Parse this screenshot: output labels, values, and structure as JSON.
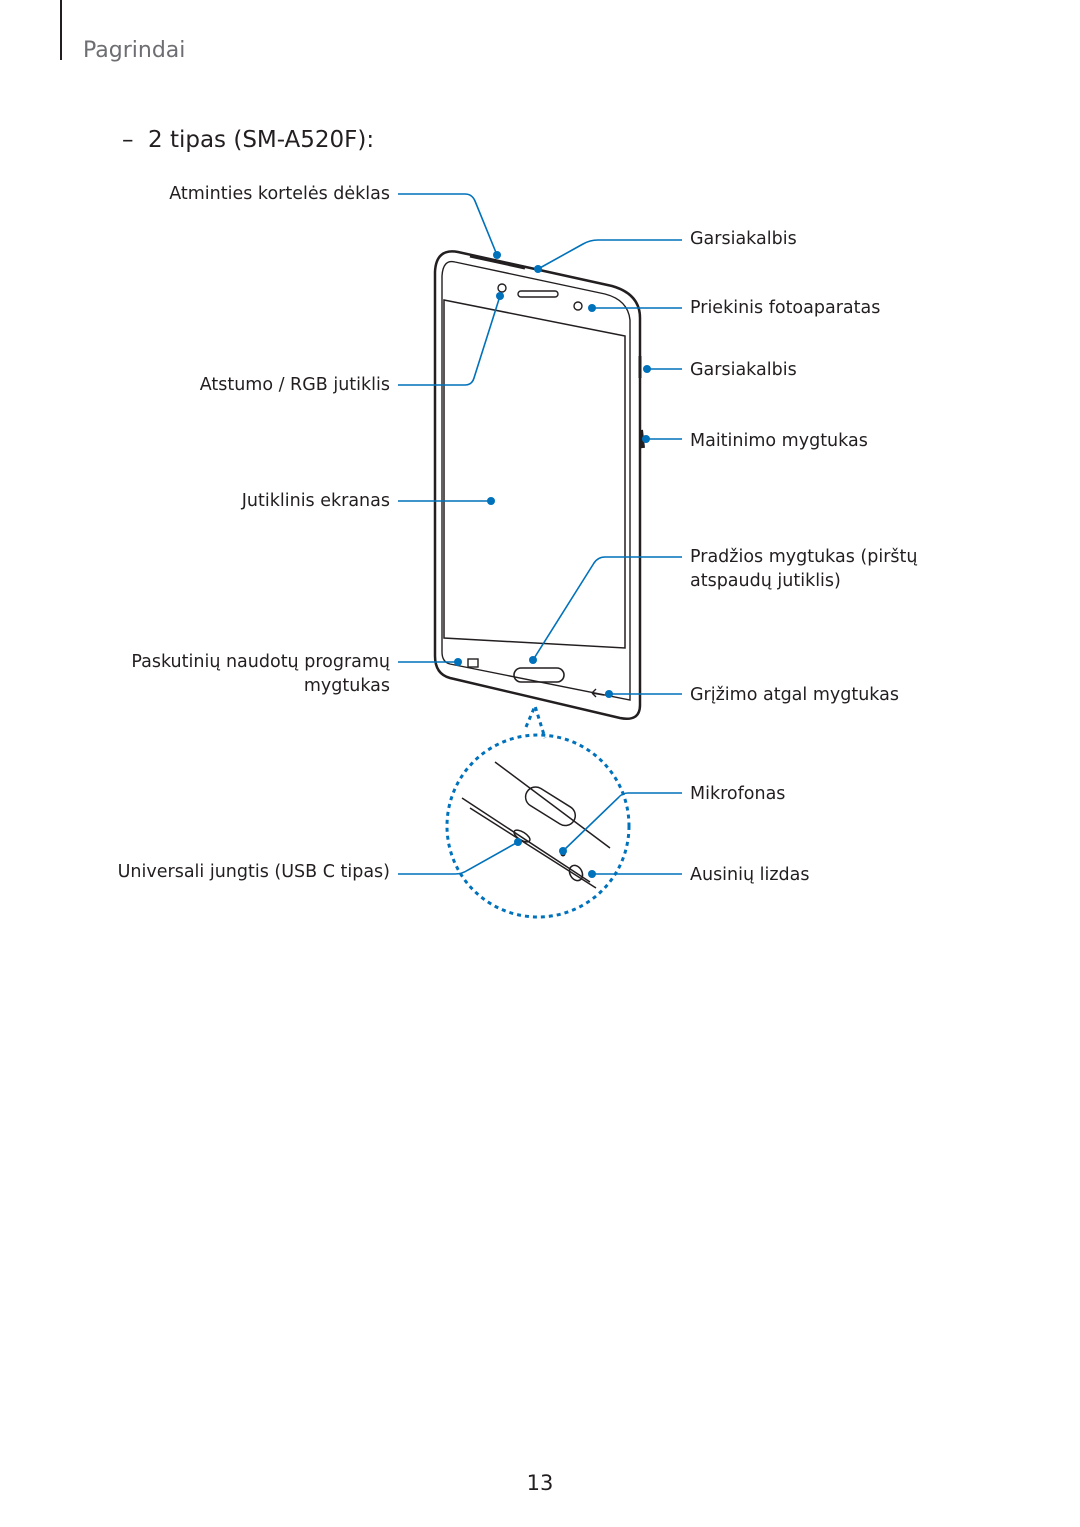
{
  "header": {
    "section": "Pagrindai"
  },
  "heading": {
    "dash": "–",
    "title": "2 tipas (SM-A520F):"
  },
  "callouts": {
    "memory_card_tray": "Atminties kortelės dėklas",
    "proximity_rgb_sensor": "Atstumo / RGB jutiklis",
    "touchscreen": "Jutiklinis ekranas",
    "recent_apps_line1": "Paskutinių naudotų programų",
    "recent_apps_line2": "mygtukas",
    "usb_port": "Universali jungtis (USB C tipas)",
    "earpiece": "Garsiakalbis",
    "front_camera": "Priekinis fotoaparatas",
    "speaker": "Garsiakalbis",
    "power_key": "Maitinimo mygtukas",
    "home_key_line1": "Pradžios mygtukas (pirštų",
    "home_key_line2": "atspaudų jutiklis)",
    "back_key": "Grįžimo atgal mygtukas",
    "microphone": "Mikrofonas",
    "earphone_jack": "Ausinių lizdas"
  },
  "colors": {
    "callout": "#0071bb",
    "outline": "#231f20",
    "muted": "#6d6e71"
  },
  "footer": {
    "page_number": "13"
  }
}
